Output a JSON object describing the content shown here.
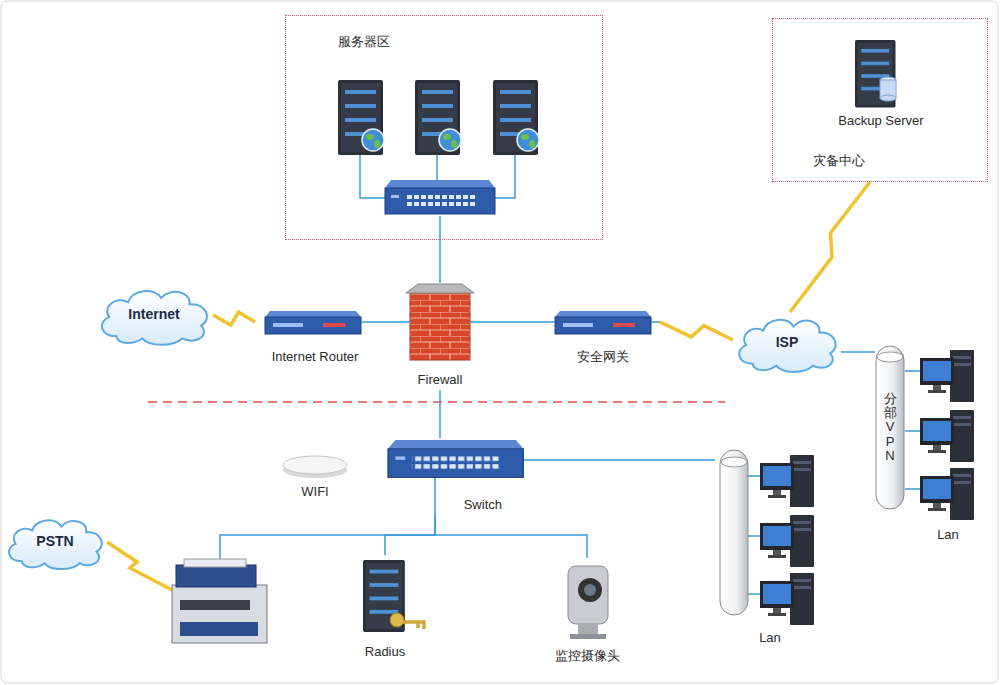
{
  "diagram": {
    "nodes": [
      {
        "text": [
          "服务器区"
        ]
      },
      {
        "text": [
          "灾备中心"
        ]
      },
      {
        "text": [
          "Backup Server"
        ],
        "in": 1
      },
      {
        "text": [
          "Internet"
        ]
      },
      {
        "text": [
          "Internet Router"
        ]
      },
      {
        "text": [
          "Firewall"
        ]
      },
      {
        "text": [
          "安全网关"
        ]
      },
      {
        "text": [
          "ISP"
        ]
      },
      {
        "text": [
          "分部VPN"
        ]
      },
      {
        "text": [
          "Lan"
        ]
      },
      {
        "text": [
          "WIFI"
        ]
      },
      {
        "text": [
          "Switch"
        ]
      },
      {
        "text": [
          "PSTN"
        ]
      },
      {
        "text": [
          "Radius"
        ]
      },
      {
        "text": [
          "监控摄像头"
        ]
      },
      {
        "text": [
          "Lan"
        ]
      }
    ],
    "edges": [
      {
        "from": 5,
        "to": 0,
        "arrow": "none"
      },
      {
        "from": 3,
        "to": 4,
        "arrow": "none"
      },
      {
        "from": 4,
        "to": 5,
        "arrow": "none"
      },
      {
        "from": 5,
        "to": 6,
        "arrow": "none"
      },
      {
        "from": 6,
        "to": 7,
        "arrow": "none"
      },
      {
        "from": 7,
        "to": 1,
        "arrow": "none"
      },
      {
        "from": 7,
        "to": 8,
        "arrow": "none"
      },
      {
        "from": 8,
        "to": 9,
        "arrow": "none"
      },
      {
        "from": 5,
        "to": 11,
        "arrow": "none"
      },
      {
        "from": 11,
        "to": 15,
        "arrow": "none"
      },
      {
        "from": 11,
        "to": 13,
        "arrow": "none"
      },
      {
        "from": 11,
        "to": 14,
        "arrow": "none"
      }
    ]
  }
}
